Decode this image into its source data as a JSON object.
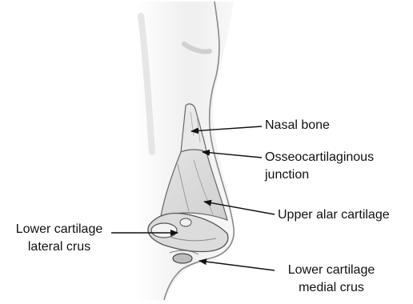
{
  "labels": {
    "nasal_bone": "Nasal bone",
    "osseo_line1": "Osseocartilaginous",
    "osseo_line2": "junction",
    "upper_alar": "Upper alar cartilage",
    "lower_lateral_line1": "Lower cartilage",
    "lower_lateral_line2": "lateral crus",
    "lower_medial_line1": "Lower cartilage",
    "lower_medial_line2": "medial crus"
  },
  "colors": {
    "ink": "#111111",
    "sketch": "#555555",
    "shading": "#c8c8c8"
  }
}
